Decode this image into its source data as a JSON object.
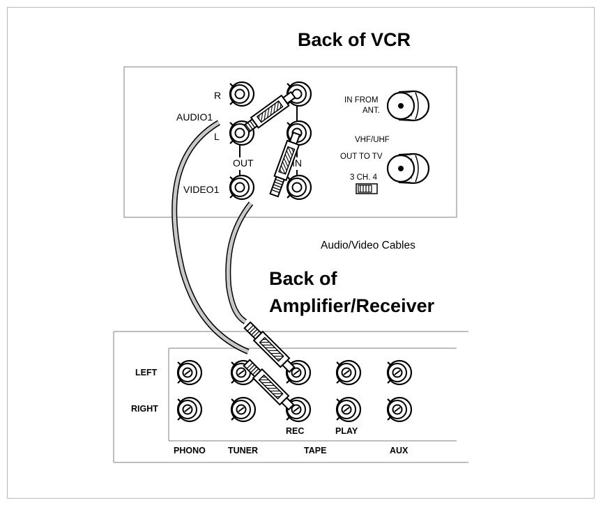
{
  "vcr": {
    "title": "Back of VCR",
    "r": "R",
    "audio1": "AUDIO1",
    "l": "L",
    "out": "OUT",
    "in": "IN",
    "video1": "VIDEO1",
    "in_from": "IN FROM",
    "ant": "ANT.",
    "vhf_uhf": "VHF/UHF",
    "out_to_tv": "OUT TO TV",
    "ch_switch": "3 CH. 4"
  },
  "cables_label": "Audio/Video Cables",
  "amp": {
    "title_line1": "Back of",
    "title_line2": "Amplifier/Receiver",
    "left": "LEFT",
    "right": "RIGHT",
    "rec": "REC",
    "play": "PLAY",
    "phono": "PHONO",
    "tuner": "TUNER",
    "tape": "TAPE",
    "aux": "AUX"
  }
}
